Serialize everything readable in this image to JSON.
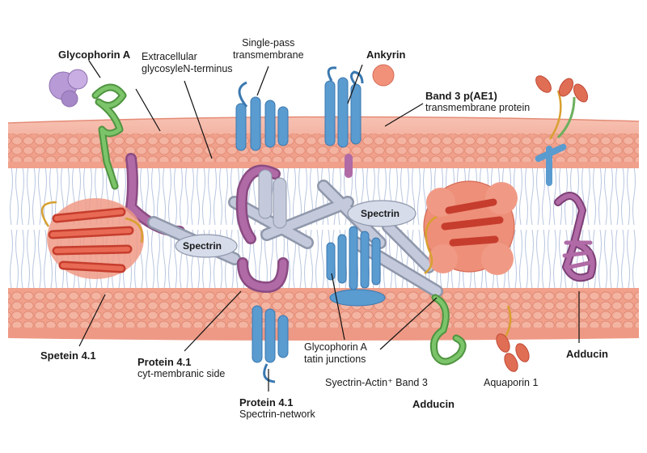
{
  "colors": {
    "membrane": "#f2a48f",
    "bead": "#ef9982",
    "lipid_tail": "#b9c6e0",
    "blue_protein": "#5a9bd0",
    "purple_protein": "#a25c99",
    "green_protein": "#6cb05c",
    "red_protein": "#e05a45",
    "spectrin": "#b8bfd0",
    "ankyrin_ball": "#f2917a",
    "lavender_ball": "#b89ad6"
  },
  "labels": {
    "glycophorin_a_top": "Glycophorin A",
    "extracellular": [
      "Extracellular",
      "glycosyleN-terminus"
    ],
    "single_pass": [
      "Single-pass",
      "transmembrane"
    ],
    "ankyrin": "Ankyrin",
    "band3": [
      "Band 3 p(AE1)",
      "transmembrane protein"
    ],
    "spectrin_left": "Spectrin",
    "spectrin_center": "Spectrin",
    "spetein": "Spetein 4.1",
    "protein41_cyt": [
      "Protein 4.1",
      "cyt-membranic side"
    ],
    "protein41_net": [
      "Protein 4.1",
      "Spectrin-network"
    ],
    "glycophorin_tatin": [
      "Glycophorin A",
      "tatin junctions"
    ],
    "syectrin_actin": "Syectrin-Actin⁺ Band 3",
    "adducin_bottom": "Adducin",
    "aquaporin": "Aquaporin 1",
    "adducin_right": "Adducin"
  }
}
